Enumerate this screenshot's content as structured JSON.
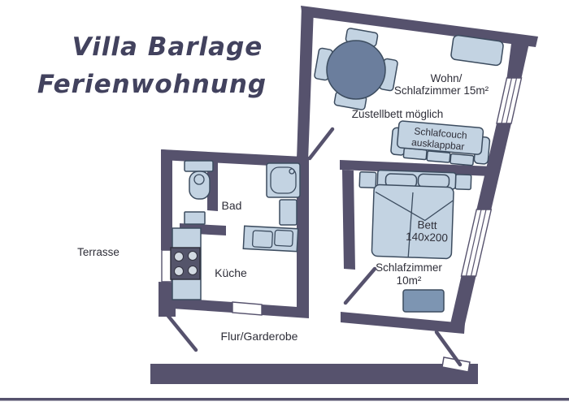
{
  "title": {
    "line1": "Villa Barlage",
    "line2": "Ferienwohnung"
  },
  "labels": {
    "living_room_line1": "Wohn/",
    "living_room_line2": "Schlafzimmer 15m²",
    "living_room_note": "Zustellbett möglich",
    "sleep_couch_line1": "Schlafcouch",
    "sleep_couch_line2": "ausklappbar",
    "bed_line1": "Bett",
    "bed_line2": "140x200",
    "bedroom_line1": "Schlafzimmer",
    "bedroom_line2": "10m²",
    "bathroom": "Bad",
    "kitchen": "Küche",
    "hallway": "Flur/Garderobe",
    "terrace": "Terrasse"
  },
  "colors": {
    "wall": "#56526d",
    "furniture_light": "#c3d3e2",
    "furniture_outline": "#3c4c5f",
    "table_dark": "#6b7e9d",
    "dresser_blue": "#7d95b2",
    "stove_dark": "#54546a",
    "label_text": "#2e2e38",
    "title_text": "#42425e",
    "background": "#ffffff"
  }
}
